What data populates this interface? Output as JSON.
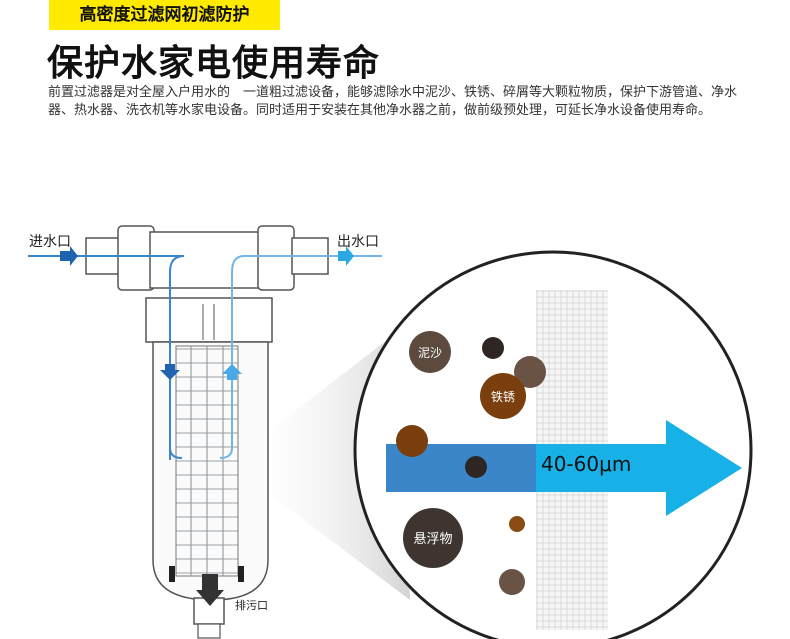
{
  "header": {
    "badge": "高密度过滤网初滤防护",
    "headline": "保护水家电使用寿命",
    "description": "前置过滤器是对全屋入户用水的　一道粗过滤设备，能够滤除水中泥沙、铁锈、碎屑等大颗粒物质，保护下游管道、净水器、热水器、洗衣机等水家电设备。同时适用于安装在其他净水器之前，做前级预处理，可延长净水设备使用寿命。"
  },
  "diagram": {
    "inlet_label": "进水口",
    "outlet_label": "出水口",
    "drain_label": "排污口",
    "particles": {
      "sand": "泥沙",
      "rust": "铁锈",
      "suspended": "悬浮物"
    },
    "filter_size": "40-60μm",
    "colors": {
      "flow_blue": "#3a86c8",
      "flow_cyan": "#17b1e8",
      "sand": "#5b4a3d",
      "rust": "#7a3f0c",
      "suspended": "#3e3530"
    }
  }
}
